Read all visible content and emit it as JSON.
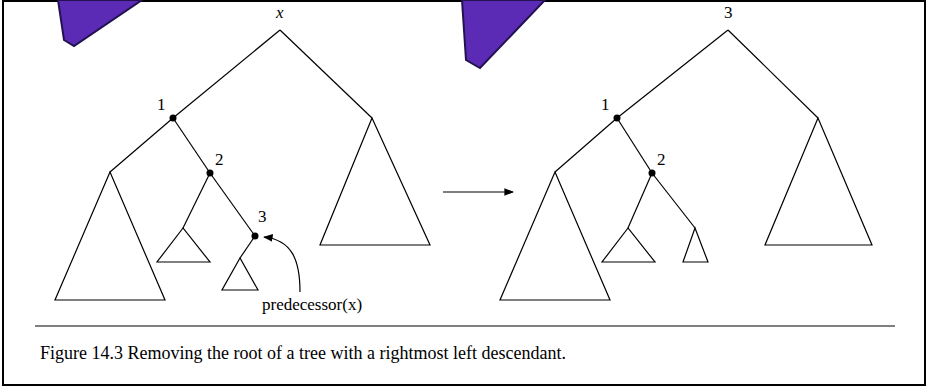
{
  "diagram": {
    "caption": "Figure 14.3 Removing the root of a tree with a rightmost left descendant.",
    "labels": [
      "x",
      "1",
      "2",
      "3",
      "predecessor(x)",
      "3",
      "1",
      "2"
    ]
  }
}
